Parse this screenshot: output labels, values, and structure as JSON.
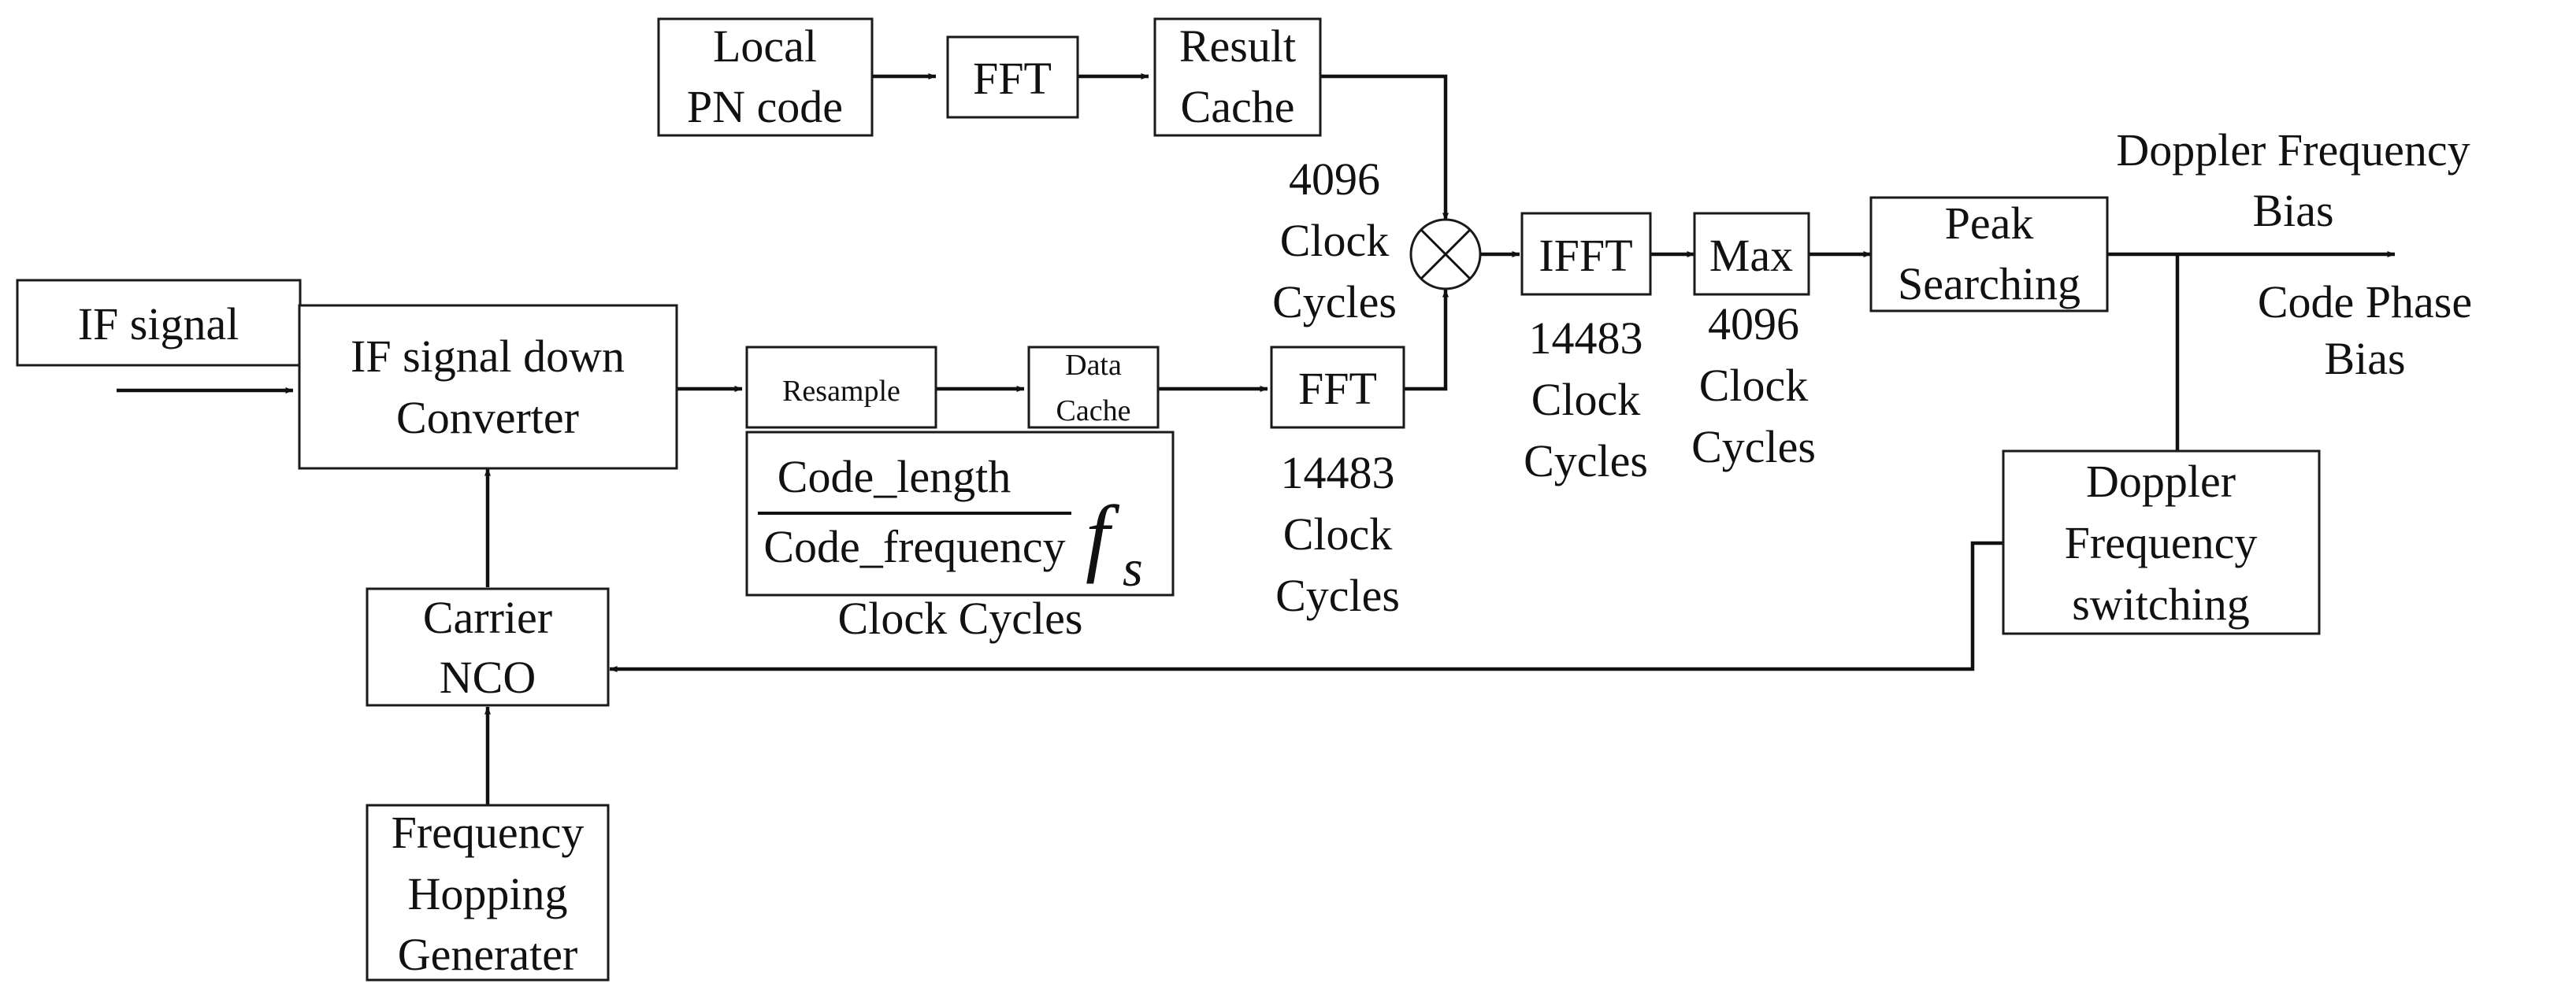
{
  "blocks": {
    "local_pn_code": [
      "Local",
      "PN code"
    ],
    "fft_top": "FFT",
    "result_cache": [
      "Result",
      "Cache"
    ],
    "if_signal": "IF signal",
    "if_down_converter": [
      "IF signal down",
      "Converter"
    ],
    "resample": "Resample",
    "data_cache": [
      "Data",
      "Cache"
    ],
    "fft_bottom": "FFT",
    "ifft": "IFFT",
    "max": "Max",
    "peak_searching": [
      "Peak",
      "Searching"
    ],
    "doppler_switching": [
      "Doppler",
      "Frequency",
      "switching"
    ],
    "carrier_nco": [
      "Carrier",
      "NCO"
    ],
    "frequency_hopping_generater": [
      "Frequency",
      "Hopping",
      "Generater"
    ]
  },
  "formula": {
    "numerator": "Code_length",
    "denominator": "Code_frequency",
    "symbol": "f",
    "subscript": "s",
    "caption": "Clock Cycles"
  },
  "annotations": {
    "multiplier_cycles": [
      "4096",
      "Clock",
      "Cycles"
    ],
    "fft_cycles": [
      "14483",
      "Clock",
      "Cycles"
    ],
    "ifft_cycles": [
      "14483",
      "Clock",
      "Cycles"
    ],
    "max_cycles": [
      "4096",
      "Clock",
      "Cycles"
    ]
  },
  "outputs": {
    "doppler_bias": [
      "Doppler Frequency",
      "Bias"
    ],
    "code_phase_bias": [
      "Code Phase",
      "Bias"
    ]
  },
  "colors": {
    "line": "#111111",
    "box_stroke": "#1a1a1a",
    "background": "#ffffff"
  }
}
